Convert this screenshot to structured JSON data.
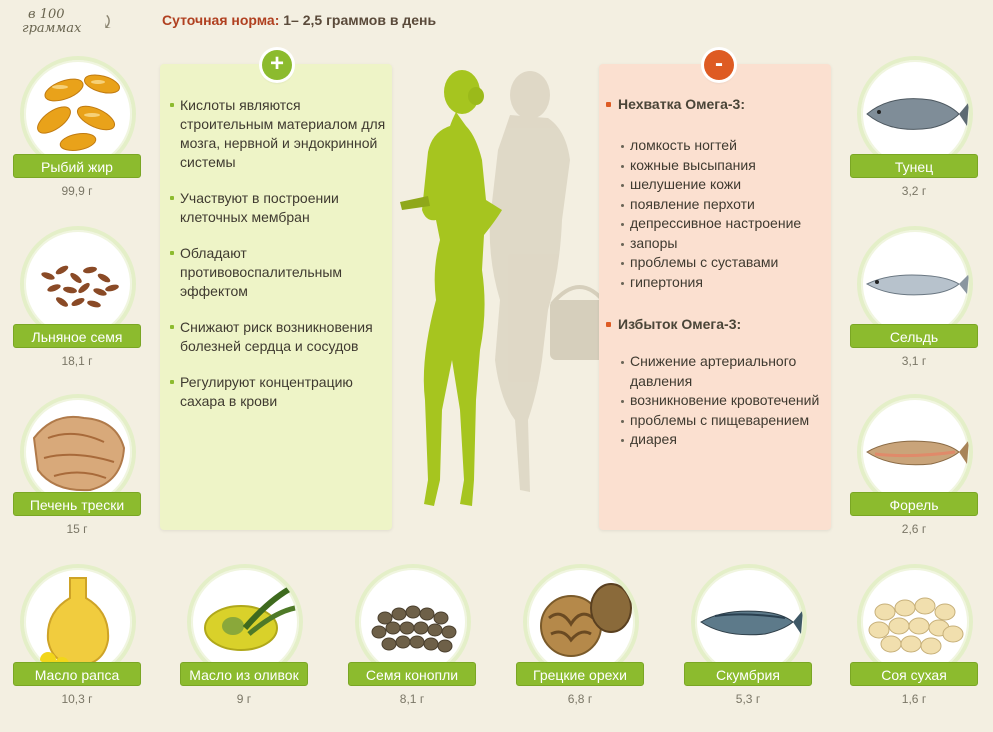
{
  "header": {
    "per100_line1": "в 100",
    "per100_line2": "граммах",
    "norm_label": "Суточная норма:",
    "norm_value": "1– 2,5 граммов в день"
  },
  "plus_panel": {
    "badge": "+",
    "items": [
      "Кислоты являются строительным материалом для мозга, нервной и эндокринной системы",
      "Участвуют в построении клеточных мембран",
      "Обладают противовоспалительным эффектом",
      "Снижают риск возникновения болезней сердца и сосудов",
      "Регулируют концентрацию сахара в крови"
    ]
  },
  "minus_panel": {
    "badge": "-",
    "deficit_title": "Нехватка Омега-3:",
    "deficit_items": [
      "ломкость ногтей",
      "кожные высыпания",
      "шелушение кожи",
      "появление перхоти",
      "депрессивное настроение",
      "запоры",
      "проблемы с суставами",
      "гипертония"
    ],
    "excess_title": "Избыток Омега-3:",
    "excess_items": [
      "Снижение артериального давления",
      "возникновение кровотечений",
      "проблемы с пищеварением",
      "диарея"
    ]
  },
  "foods": [
    {
      "name": "Рыбий жир",
      "value": "99,9 г"
    },
    {
      "name": "Льняное семя",
      "value": "18,1 г"
    },
    {
      "name": "Печень трески",
      "value": "15 г"
    },
    {
      "name": "Тунец",
      "value": "3,2 г"
    },
    {
      "name": "Сельдь",
      "value": "3,1 г"
    },
    {
      "name": "Форель",
      "value": "2,6 г"
    },
    {
      "name": "Масло рапса",
      "value": "10,3 г"
    },
    {
      "name": "Масло из оливок",
      "value": "9 г"
    },
    {
      "name": "Семя конопли",
      "value": "8,1 г"
    },
    {
      "name": "Грецкие орехи",
      "value": "6,8 г"
    },
    {
      "name": "Скумбрия",
      "value": "5,3 г"
    },
    {
      "name": "Соя сухая",
      "value": "1,6 г"
    }
  ],
  "colors": {
    "background": "#f3efe1",
    "green_accent": "#8cbb2e",
    "orange_accent": "#de5b23",
    "plus_panel": "#eef4c7",
    "minus_panel": "#fbe0d0"
  }
}
